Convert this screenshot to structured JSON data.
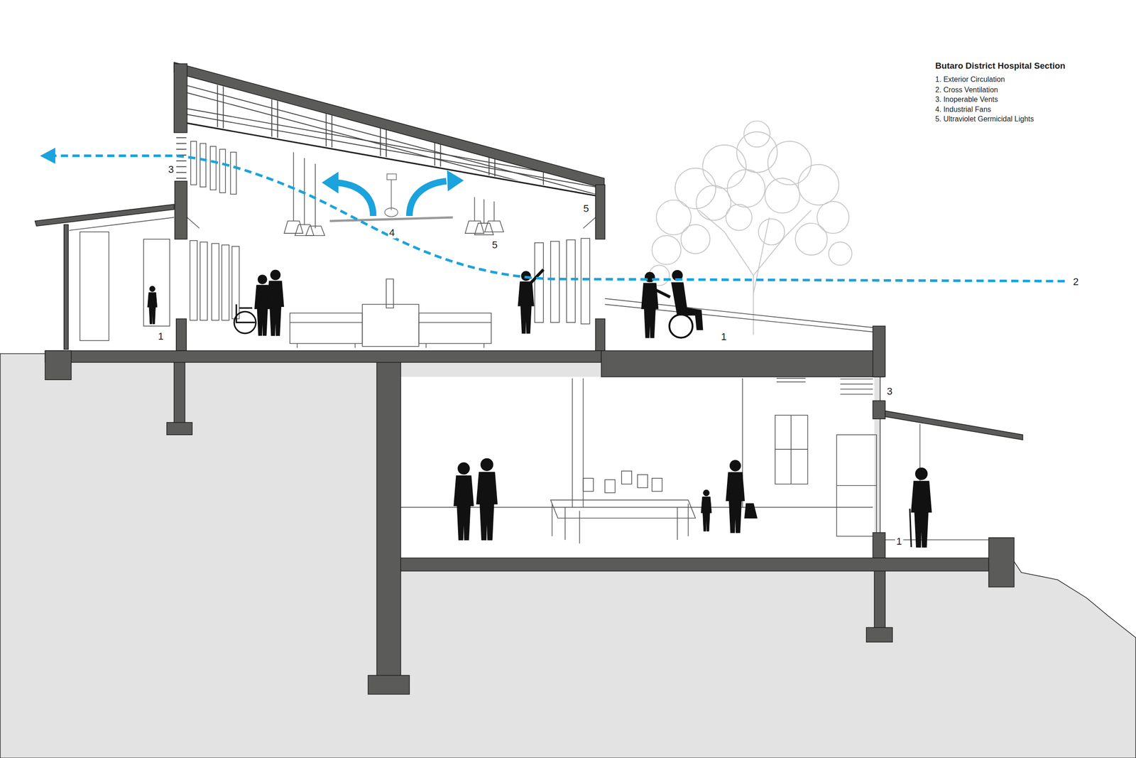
{
  "diagram": {
    "title": "Butaro District Hospital Section",
    "labels": [
      "1. Exterior Circulation",
      "2. Cross Ventilation",
      "3. Inoperable Vents",
      "4. Industrial Fans",
      "5. Ultraviolet Germicidal Lights",
      "3",
      "4",
      "5",
      "5",
      "1",
      "1",
      "2",
      "3",
      "1"
    ]
  }
}
